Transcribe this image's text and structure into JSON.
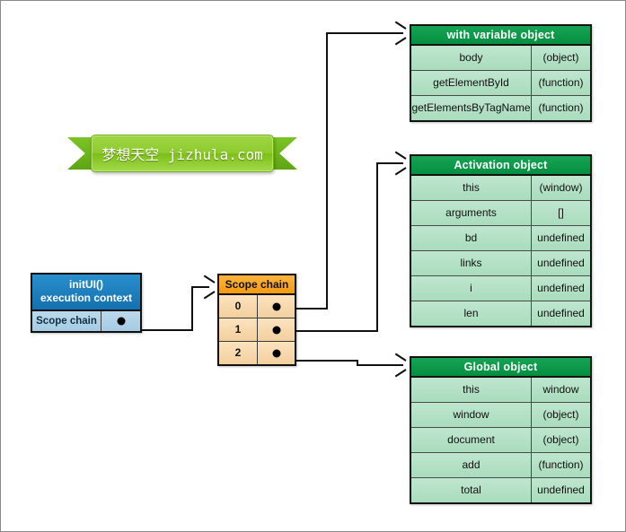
{
  "diagram": {
    "title": "JavaScript scope chain for initUI() execution context",
    "colors": {
      "green_header": "#0f9e4a",
      "green_body": "#b2e0c5",
      "orange_header": "#f5a21e",
      "orange_body": "#fae0b8",
      "blue_header": "#1f7fc0",
      "blue_body": "#b1d3e8",
      "line": "#111111",
      "ribbon": "#8ecb2e"
    }
  },
  "exec_context": {
    "title_line1": "initUI()",
    "title_line2": "execution context",
    "row_label": "Scope chain",
    "pointer": "●"
  },
  "scope_chain": {
    "header": "Scope chain",
    "rows": [
      {
        "index": "0",
        "pointer": "●",
        "target": "with variable object"
      },
      {
        "index": "1",
        "pointer": "●",
        "target": "Activation object"
      },
      {
        "index": "2",
        "pointer": "●",
        "target": "Global object"
      }
    ]
  },
  "objects": [
    {
      "id": "with-variable-object",
      "header": "with variable object",
      "rows": [
        {
          "key": "body",
          "value": "(object)"
        },
        {
          "key": "getElementById",
          "value": "(function)"
        },
        {
          "key": "getElementsByTagName",
          "value": "(function)"
        }
      ]
    },
    {
      "id": "activation-object",
      "header": "Activation object",
      "rows": [
        {
          "key": "this",
          "value": "(window)"
        },
        {
          "key": "arguments",
          "value": "[]"
        },
        {
          "key": "bd",
          "value": "undefined"
        },
        {
          "key": "links",
          "value": "undefined"
        },
        {
          "key": "i",
          "value": "undefined"
        },
        {
          "key": "len",
          "value": "undefined"
        }
      ]
    },
    {
      "id": "global-object",
      "header": "Global object",
      "rows": [
        {
          "key": "this",
          "value": "window"
        },
        {
          "key": "window",
          "value": "(object)"
        },
        {
          "key": "document",
          "value": "(object)"
        },
        {
          "key": "add",
          "value": "(function)"
        },
        {
          "key": "total",
          "value": "undefined"
        }
      ]
    }
  ],
  "watermark": {
    "text": "梦想天空 jizhula.com"
  }
}
